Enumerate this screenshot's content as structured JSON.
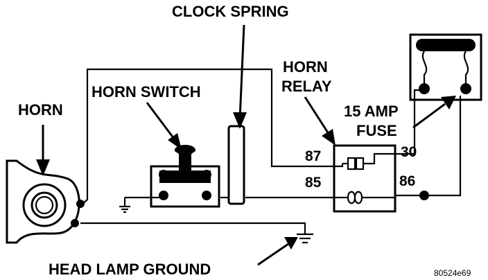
{
  "labels": {
    "clock_spring": "CLOCK SPRING",
    "horn": "HORN",
    "horn_switch": "HORN SWITCH",
    "horn_relay_line1": "HORN",
    "horn_relay_line2": "RELAY",
    "fuse_line1": "15 AMP",
    "fuse_line2": "FUSE",
    "head_lamp_ground": "HEAD LAMP GROUND",
    "figure_code": "80524e69"
  },
  "relay_pins": {
    "pin_87": "87",
    "pin_30": "30",
    "pin_85": "85",
    "pin_86": "86"
  },
  "colors": {
    "ink": "#000000",
    "background": "#ffffff"
  }
}
